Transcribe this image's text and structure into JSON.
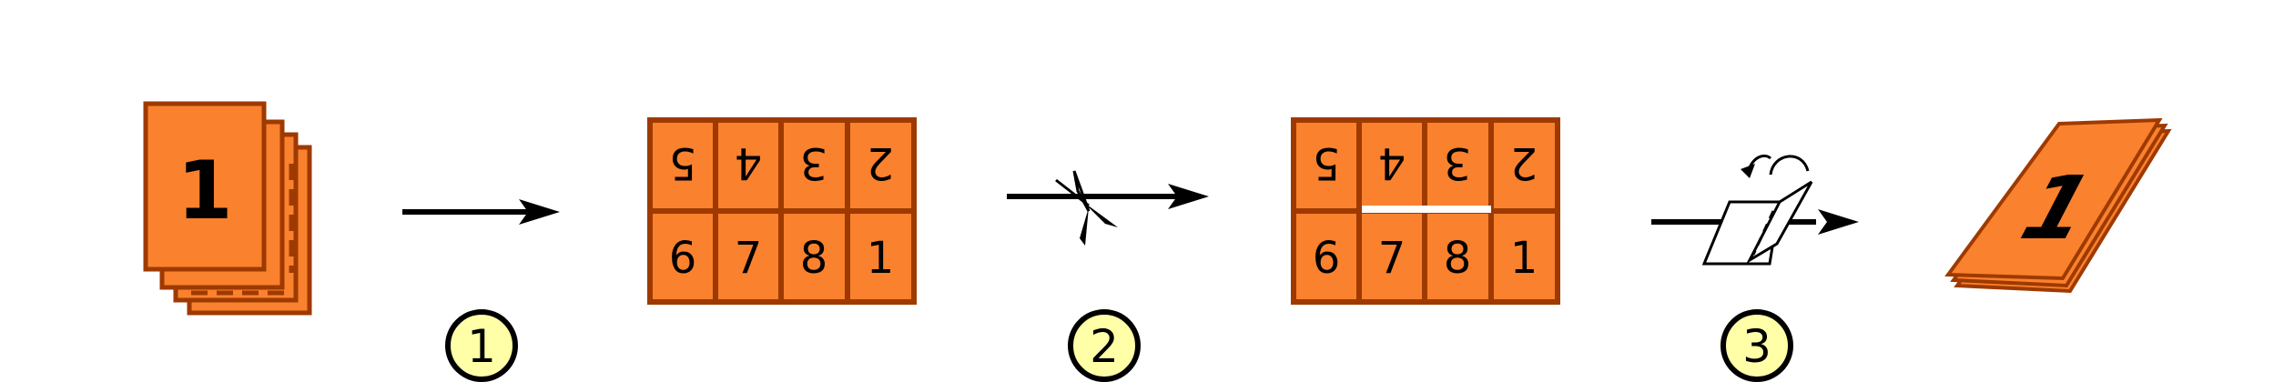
{
  "colors": {
    "page_fill": "#fa812e",
    "page_stroke": "#9e3a00",
    "badge_fill": "#ffffa8",
    "badge_stroke": "#000000",
    "arrow": "#000000",
    "background": "#ffffff"
  },
  "stack": {
    "cover_number": "1"
  },
  "sheet": {
    "top_row": [
      "5",
      "4",
      "3",
      "2"
    ],
    "bottom_row": [
      "6",
      "7",
      "8",
      "1"
    ]
  },
  "steps": [
    {
      "number": "1",
      "icon": "arrow-icon"
    },
    {
      "number": "2",
      "icon": "scissors-arrow-icon"
    },
    {
      "number": "3",
      "icon": "fold-arrow-icon"
    }
  ],
  "book": {
    "cover_number": "1"
  }
}
